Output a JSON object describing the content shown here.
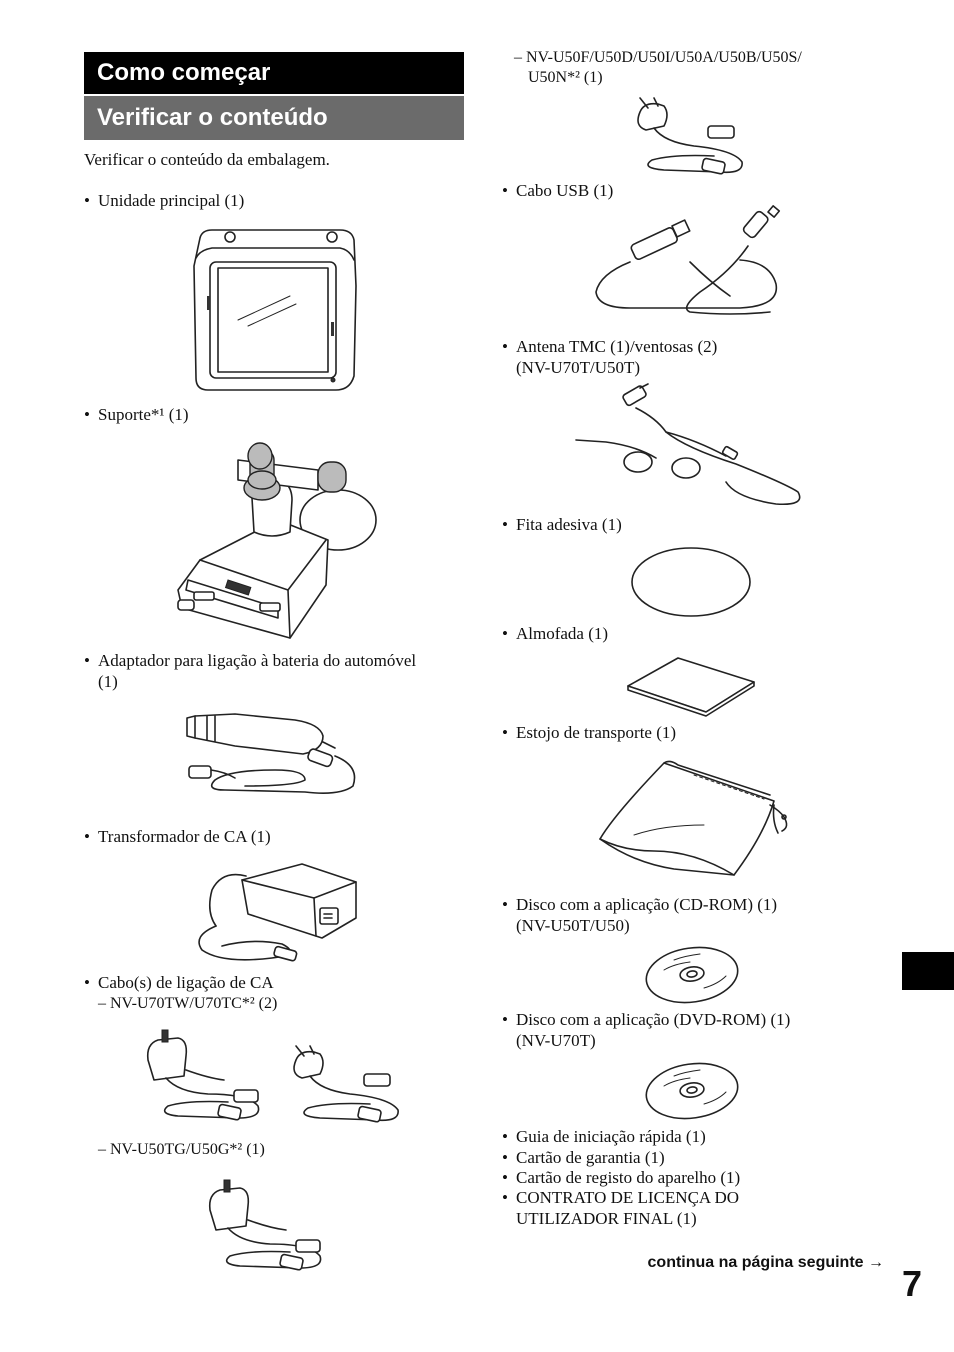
{
  "header": {
    "section_title": "Como começar",
    "subsection_title": "Verificar o conteúdo"
  },
  "intro": "Verificar o conteúdo da embalagem.",
  "bullet": "•",
  "left_items": {
    "main_unit": "Unidade principal (1)",
    "stand": "Suporte*¹ (1)",
    "car_adapter_line1": "Adaptador para ligação à bateria do automóvel",
    "car_adapter_line2": "(1)",
    "ac_adapter": "Transformador de CA (1)",
    "ac_cables": "Cabo(s) de ligação de CA",
    "ac_cables_sub1": "– NV-U70TW/U70TC*² (2)",
    "ac_cables_sub2": "– NV-U50TG/U50G*² (1)"
  },
  "right_items": {
    "ac_cables_sub3_line1": "– NV-U50F/U50D/U50I/U50A/U50B/U50S/",
    "ac_cables_sub3_line2": "U50N*² (1)",
    "usb_cable": "Cabo USB (1)",
    "tmc_antenna_line1": "Antena TMC (1)/ventosas (2)",
    "tmc_antenna_line2": "(NV-U70T/U50T)",
    "adhesive_tape": "Fita adesiva (1)",
    "cushion": "Almofada (1)",
    "carrying_case": "Estojo de transporte (1)",
    "cd_rom_line1": "Disco com a aplicação (CD-ROM) (1)",
    "cd_rom_line2": "(NV-U50T/U50)",
    "dvd_rom_line1": "Disco com a aplicação (DVD-ROM) (1)",
    "dvd_rom_line2": "(NV-U70T)",
    "quick_start": "Guia de iniciação rápida (1)",
    "warranty": "Cartão de garantia (1)",
    "registration": "Cartão de registo do aparelho (1)",
    "eula_line1": "CONTRATO DE LICENÇA DO",
    "eula_line2": "UTILIZADOR FINAL (1)"
  },
  "footer": {
    "continued": "continua na página seguinte →",
    "page_number": "7"
  }
}
